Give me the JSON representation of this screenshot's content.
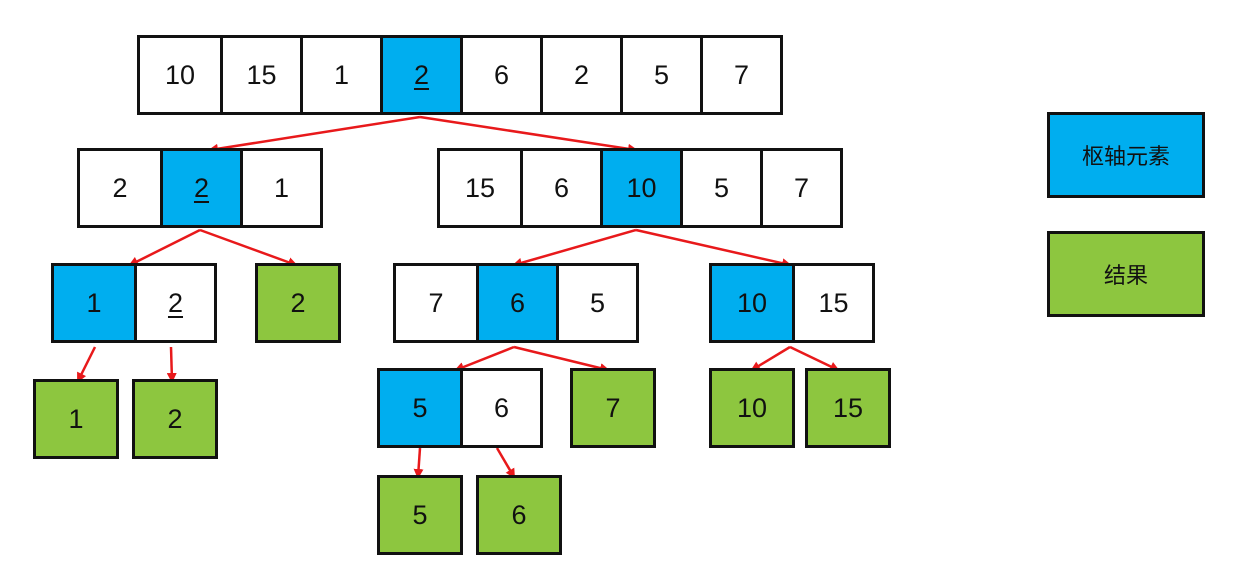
{
  "legend": {
    "pivot_label": "枢轴元素",
    "result_label": "结果"
  },
  "colors": {
    "pivot": "#00aeef",
    "result": "#8dc63f",
    "arrow": "#e8191b",
    "border": "#111111"
  },
  "rows": [
    {
      "id": "r0",
      "cells": [
        {
          "v": "10"
        },
        {
          "v": "15"
        },
        {
          "v": "1"
        },
        {
          "v": "2",
          "t": "pivot",
          "u": true
        },
        {
          "v": "6"
        },
        {
          "v": "2"
        },
        {
          "v": "5"
        },
        {
          "v": "7"
        }
      ]
    },
    {
      "id": "r1",
      "cells": [
        {
          "v": "2"
        },
        {
          "v": "2",
          "t": "pivot",
          "u": true
        },
        {
          "v": "1"
        }
      ]
    },
    {
      "id": "r2",
      "cells": [
        {
          "v": "15"
        },
        {
          "v": "6"
        },
        {
          "v": "10",
          "t": "pivot"
        },
        {
          "v": "5"
        },
        {
          "v": "7"
        }
      ]
    },
    {
      "id": "r3",
      "cells": [
        {
          "v": "1",
          "t": "pivot"
        },
        {
          "v": "2",
          "u": true
        }
      ]
    },
    {
      "id": "r4",
      "cells": [
        {
          "v": "2",
          "t": "result"
        }
      ]
    },
    {
      "id": "r5",
      "cells": [
        {
          "v": "7"
        },
        {
          "v": "6",
          "t": "pivot"
        },
        {
          "v": "5"
        }
      ]
    },
    {
      "id": "r6",
      "cells": [
        {
          "v": "10",
          "t": "pivot"
        },
        {
          "v": "15"
        }
      ]
    },
    {
      "id": "r7",
      "cells": [
        {
          "v": "1",
          "t": "result"
        }
      ]
    },
    {
      "id": "r8",
      "cells": [
        {
          "v": "2",
          "t": "result"
        }
      ]
    },
    {
      "id": "r9",
      "cells": [
        {
          "v": "5",
          "t": "pivot"
        },
        {
          "v": "6"
        }
      ]
    },
    {
      "id": "r10",
      "cells": [
        {
          "v": "7",
          "t": "result"
        }
      ]
    },
    {
      "id": "r11",
      "cells": [
        {
          "v": "10",
          "t": "result"
        }
      ]
    },
    {
      "id": "r12",
      "cells": [
        {
          "v": "15",
          "t": "result"
        }
      ]
    },
    {
      "id": "r13",
      "cells": [
        {
          "v": "5",
          "t": "result"
        }
      ]
    },
    {
      "id": "r14",
      "cells": [
        {
          "v": "6",
          "t": "result"
        }
      ]
    }
  ]
}
